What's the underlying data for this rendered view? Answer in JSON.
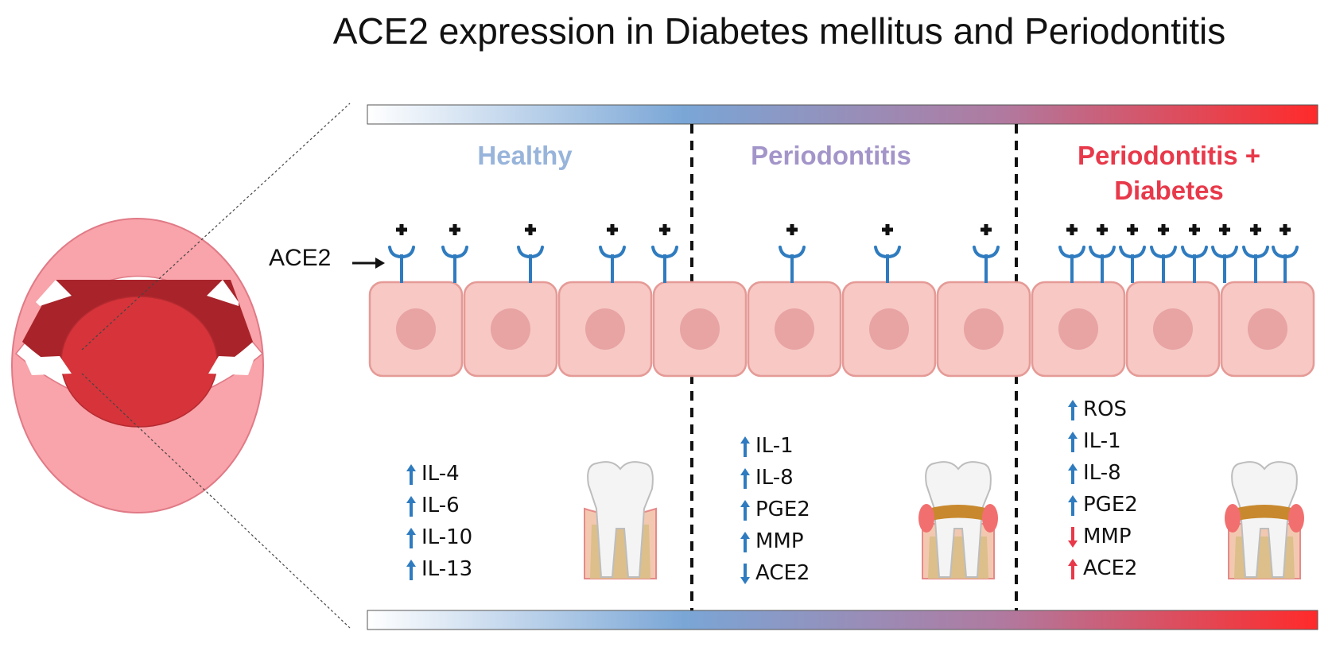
{
  "title": "ACE2 expression in Diabetes mellitus and Periodontitis",
  "receptor_label": "ACE2",
  "colors": {
    "healthy": "#98b4db",
    "periodontitis": "#a395c9",
    "diabetes": "#e8394a",
    "cell_fill": "#f7c8c4",
    "cell_stroke": "#e59a96",
    "nucleus": "#e8a3a3",
    "receptor": "#2f7bbf",
    "arrow_up": "#2f7bbf",
    "arrow_red": "#e8394a",
    "gradient": [
      "#ffffff",
      "#7aa6d6",
      "#b07aa0",
      "#ff2a2a"
    ]
  },
  "panels": [
    {
      "key": "healthy",
      "title_lines": [
        "Healthy"
      ],
      "markers": [
        {
          "label": "IL-4",
          "direction": "up",
          "color": "blue"
        },
        {
          "label": "IL-6",
          "direction": "up",
          "color": "blue"
        },
        {
          "label": "IL-10",
          "direction": "up",
          "color": "blue"
        },
        {
          "label": "IL-13",
          "direction": "up",
          "color": "blue"
        }
      ]
    },
    {
      "key": "periodontitis",
      "title_lines": [
        "Periodontitis"
      ],
      "markers": [
        {
          "label": "IL-1",
          "direction": "up",
          "color": "blue"
        },
        {
          "label": "IL-8",
          "direction": "up",
          "color": "blue"
        },
        {
          "label": "PGE2",
          "direction": "up",
          "color": "blue"
        },
        {
          "label": "MMP",
          "direction": "up",
          "color": "blue"
        },
        {
          "label": "ACE2",
          "direction": "down",
          "color": "blue"
        }
      ]
    },
    {
      "key": "diabetes",
      "title_lines": [
        "Periodontitis +",
        "Diabetes"
      ],
      "markers": [
        {
          "label": "ROS",
          "direction": "up",
          "color": "blue"
        },
        {
          "label": "IL-1",
          "direction": "up",
          "color": "blue"
        },
        {
          "label": "IL-8",
          "direction": "up",
          "color": "blue"
        },
        {
          "label": "PGE2",
          "direction": "up",
          "color": "blue"
        },
        {
          "label": "MMP",
          "direction": "down",
          "color": "red"
        },
        {
          "label": "ACE2",
          "direction": "up",
          "color": "red"
        }
      ]
    }
  ],
  "receptor_counts": {
    "healthy": 5,
    "periodontitis": 3,
    "diabetes": 8
  }
}
